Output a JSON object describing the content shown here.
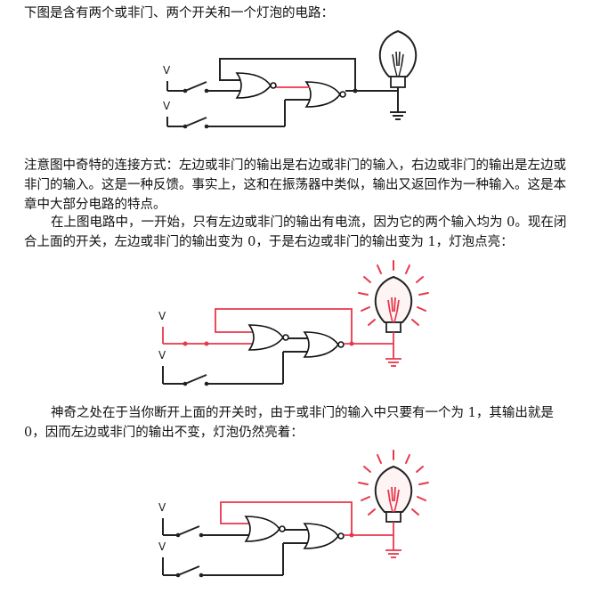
{
  "paragraphs": {
    "p1": "下图是含有两个或非门、两个开关和一个灯泡的电路：",
    "p2": "注意图中奇特的连接方式：左边或非门的输出是右边或非门的输入，右边或非门的输出是左边或非门的输入。这是一种反馈。事实上，这和在振荡器中类似，输出又返回作为一种输入。这是本章中大部分电路的特点。",
    "p3": "在上图电路中，一开始，只有左边或非门的输出有电流，因为它的两个输入均为 0。现在闭合上面的开关，左边或非门的输出变为 0，于是右边或非门的输出变为 1，灯泡点亮：",
    "p4": "神奇之处在于当你断开上面的开关时，由于或非门的输入中只要有一个为 1，其输出就是 0，因而左边或非门的输出不变，灯泡仍然亮着："
  },
  "figures": {
    "voltage_label": "V",
    "fig1": {
      "bulb_lit": false,
      "top_switch": "open",
      "bottom_switch": "open"
    },
    "fig2": {
      "bulb_lit": true,
      "top_switch": "closed",
      "bottom_switch": "open"
    },
    "fig3": {
      "bulb_lit": true,
      "top_switch": "open",
      "bottom_switch": "open"
    }
  },
  "colors": {
    "current": "#e8374b",
    "wire": "#222222"
  }
}
